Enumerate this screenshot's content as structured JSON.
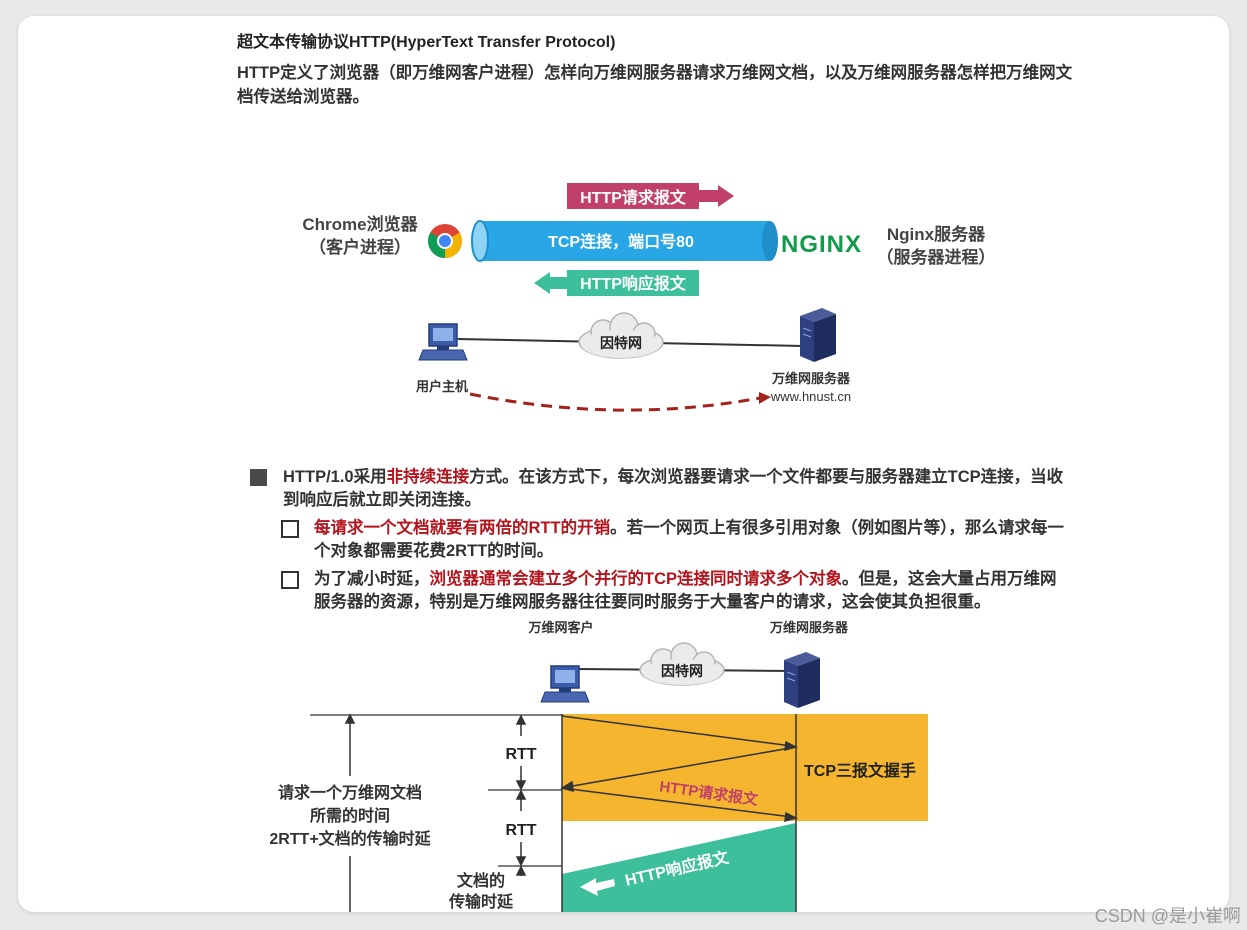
{
  "title": "超文本传输协议HTTP(HyperText Transfer Protocol)",
  "intro": "HTTP定义了浏览器（即万维网客户进程）怎样向万维网服务器请求万维网文档，以及万维网服务器怎样把万维网文档传送给浏览器。",
  "diagram1": {
    "client_line1": "Chrome浏览器",
    "client_line2": "（客户进程）",
    "request_arrow": "HTTP请求报文",
    "tcp_pipe": "TCP连接，端口号80",
    "response_arrow": "HTTP响应报文",
    "nginx_logo": "NGINX",
    "server_line1": "Nginx服务器",
    "server_line2": "（服务器进程）",
    "cloud": "因特网",
    "user_host": "用户主机",
    "web_server": "万维网服务器",
    "domain": "www.hnust.cn"
  },
  "bullets": {
    "b1_pre": "HTTP/1.0采用",
    "b1_red": "非持续连接",
    "b1_post": "方式。在该方式下，每次浏览器要请求一个文件都要与服务器建立TCP连接，当收到响应后就立即关闭连接。",
    "b2_red": "每请求一个文档就要有两倍的RTT的开销",
    "b2_post": "。若一个网页上有很多引用对象（例如图片等），那么请求每一个对象都需要花费2RTT的时间。",
    "b3_pre": "为了减小时延，",
    "b3_red": "浏览器通常会建立多个并行的TCP连接同时请求多个对象",
    "b3_post": "。但是，这会大量占用万维网服务器的资源，特别是万维网服务器往往要同时服务于大量客户的请求，这会使其负担很重。"
  },
  "diagram2": {
    "client": "万维网客户",
    "server": "万维网服务器",
    "cloud": "因特网",
    "rtt1": "RTT",
    "rtt2": "RTT",
    "handshake": "TCP三报文握手",
    "request": "HTTP请求报文",
    "response": "HTTP响应报文",
    "total_line1": "请求一个万维网文档",
    "total_line2": "所需的时间",
    "total_line3": "2RTT+文档的传输时延",
    "transfer_line1": "文档的",
    "transfer_line2": "传输时延"
  },
  "watermark": "CSDN @是小崔啊",
  "colors": {
    "red_text": "#b3141d",
    "request_arrow": "#c0406a",
    "tcp_pipe": "#29a6e6",
    "response_arrow": "#3dbf9b",
    "nginx_green": "#129b4a",
    "handshake_fill": "#f5b52e",
    "response_band": "#3dbf9b",
    "dashed_arrow": "#a3231c"
  }
}
